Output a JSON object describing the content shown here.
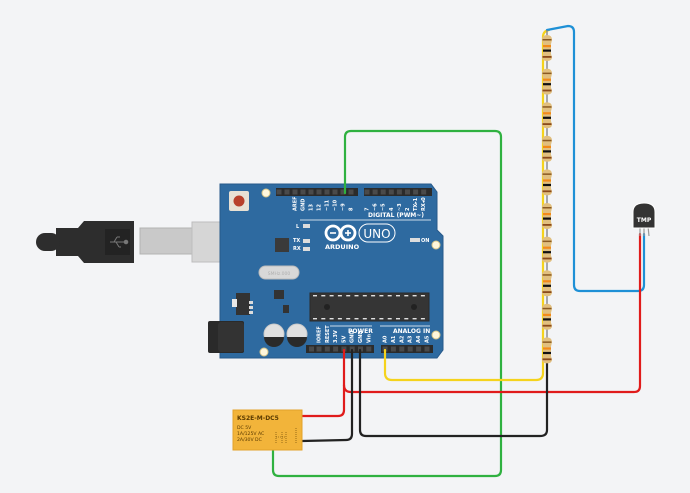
{
  "app": "Circuit simulator canvas",
  "arduino": {
    "brand": "ARDUINO",
    "model": "UNO",
    "digital_header_label": "DIGITAL (PWM~)",
    "power_header_label": "POWER",
    "analog_header_label": "ANALOG IN",
    "led_labels": {
      "l": "L",
      "tx": "TX",
      "rx": "RX",
      "on": "ON"
    },
    "digital_pins": [
      "AREF",
      "GND",
      "13",
      "12",
      "~11",
      "~10",
      "~9",
      "8",
      "7",
      "~6",
      "~5",
      "4",
      "~3",
      "2",
      "TX▸1",
      "RX◂0"
    ],
    "power_pins": [
      "IOREF",
      "RESET",
      "3.3V",
      "5V",
      "GND",
      "GND",
      "Vin"
    ],
    "analog_pins": [
      "A0",
      "A1",
      "A2",
      "A3",
      "A4",
      "A5"
    ],
    "crystal_text": "SMHz.000",
    "colors": {
      "board": "#2e6aa0",
      "header": "#2b2b2b",
      "reset": "#b8402a"
    }
  },
  "relay": {
    "part": "KS2E-M-DC5",
    "lines": [
      "DC 5V",
      "1A/125V AC",
      "2A/30V DC"
    ],
    "color": "#f2b43a"
  },
  "sensor": {
    "label": "TMP",
    "type": "temperature sensor"
  },
  "resistors": {
    "count": 10
  },
  "wires": [
    {
      "name": "green-wire",
      "color": "#2fb140",
      "from": "Digital ~9",
      "to": "Relay"
    },
    {
      "name": "red-wire-5v-relay",
      "color": "#e01b1b",
      "from": "5V",
      "to": "Relay"
    },
    {
      "name": "red-wire-5v-sensor",
      "color": "#e01b1b",
      "from": "5V",
      "to": "TMP"
    },
    {
      "name": "black-wire-gnd-relay",
      "color": "#222222",
      "from": "GND",
      "to": "Relay"
    },
    {
      "name": "black-wire-gnd-resistors",
      "color": "#222222",
      "from": "GND",
      "to": "Resistor chain"
    },
    {
      "name": "yellow-wire",
      "color": "#f5d31c",
      "from": "A0",
      "to": "Resistor chain"
    },
    {
      "name": "blue-wire",
      "color": "#1e90d6",
      "from": "TMP",
      "to": "Resistor chain"
    }
  ]
}
